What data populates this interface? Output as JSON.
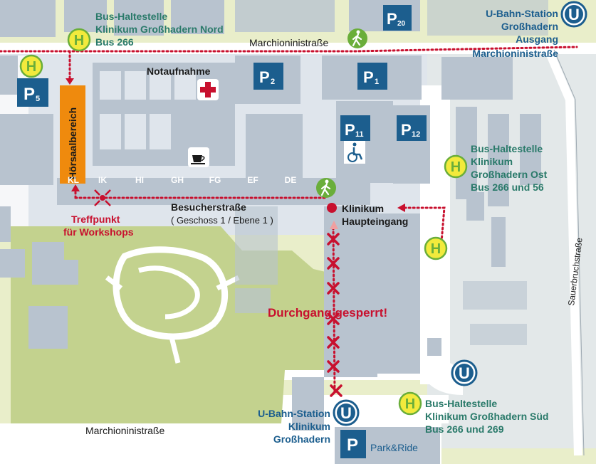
{
  "bus_stops": {
    "nord": {
      "line1": "Bus-Haltestelle",
      "line2": "Klinikum Großhadern Nord",
      "line3": "Bus 266"
    },
    "ost": {
      "line1": "Bus-Haltestelle",
      "line2": "Klinikum",
      "line3": "Großhadern Ost",
      "line4": "Bus 266 und 56"
    },
    "sued": {
      "line1": "Bus-Haltestelle",
      "line2": "Klinikum Großhadern Süd",
      "line3": "Bus 266 und 269"
    }
  },
  "ubahn": {
    "grosshadern": {
      "line1": "U-Bahn-Station",
      "line2": "Großhadern",
      "line3": "Ausgang",
      "line4": "Marchioninistraße"
    },
    "klinikum": {
      "line1": "U-Bahn-Station",
      "line2": "Klinikum",
      "line3": "Großhadern"
    }
  },
  "streets": {
    "marchioninistrasse_top": "Marchioninistraße",
    "marchioninistrasse_bottom": "Marchioninistraße",
    "sauerbruchstrasse": "Sauerbruchstraße"
  },
  "parking": {
    "p5": {
      "letter": "P",
      "num": "5"
    },
    "p20": {
      "letter": "P",
      "num": "20"
    },
    "p2": {
      "letter": "P",
      "num": "2"
    },
    "p1": {
      "letter": "P",
      "num": "1"
    },
    "p11": {
      "letter": "P",
      "num": "11"
    },
    "p12": {
      "letter": "P",
      "num": "12"
    },
    "park_ride": {
      "letter": "P",
      "label": "Park&Ride"
    }
  },
  "labels": {
    "notaufnahme": "Notaufnahme",
    "hoersaalbereich": "Hörsaalbereich",
    "treffpunkt_line1": "Treffpunkt",
    "treffpunkt_line2": "für Workshops",
    "besucherstrasse": "Besucherstraße",
    "geschoss": "( Geschoss 1 / Ebene 1 )",
    "haupteingang_line1": "Klinikum",
    "haupteingang_line2": "Haupteingang",
    "durchgang_gesperrt": "Durchgang gesperrt!"
  },
  "corridors": [
    "KL",
    "IK",
    "HI",
    "GH",
    "FG",
    "EF",
    "DE"
  ],
  "symbols": {
    "bus": "H",
    "ubahn": "U"
  },
  "colors": {
    "background": "#e9eeca",
    "building": "#b8c3cf",
    "road": "#ffffff",
    "park": "#c3d28e",
    "accent_blue": "#1c5e8e",
    "route_red": "#c8102e",
    "bus_yellow": "#f2ea3c",
    "bus_green": "#6aae3a",
    "hoersaal_orange": "#ef8a0d"
  }
}
